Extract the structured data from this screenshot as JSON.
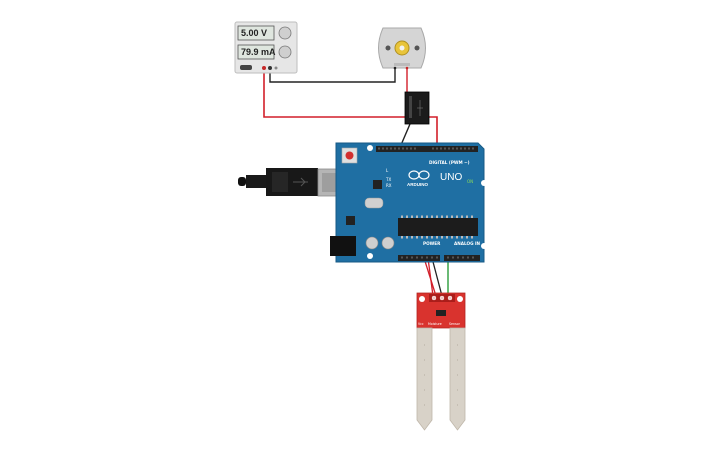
{
  "power_supply": {
    "voltage": "5.00 V",
    "current": "79.9 mA"
  },
  "arduino": {
    "model": "UNO",
    "brand": "ARDUINO",
    "digital_header": "DIGITAL (PWM ~)",
    "power_header": "POWER",
    "analog_header": "ANALOG IN",
    "tx": "TX",
    "rx": "RX",
    "on": "ON",
    "l": "L"
  },
  "moisture_sensor": {
    "pins": [
      "Vcc",
      "Moisture",
      "Sensor"
    ]
  },
  "wire_colors": {
    "red": "#d21f2a",
    "black": "#222222",
    "green": "#2a9d3a"
  },
  "colors": {
    "board": "#1f6fa3",
    "sensor": "#d9332e",
    "probe": "#d8d2c8"
  }
}
